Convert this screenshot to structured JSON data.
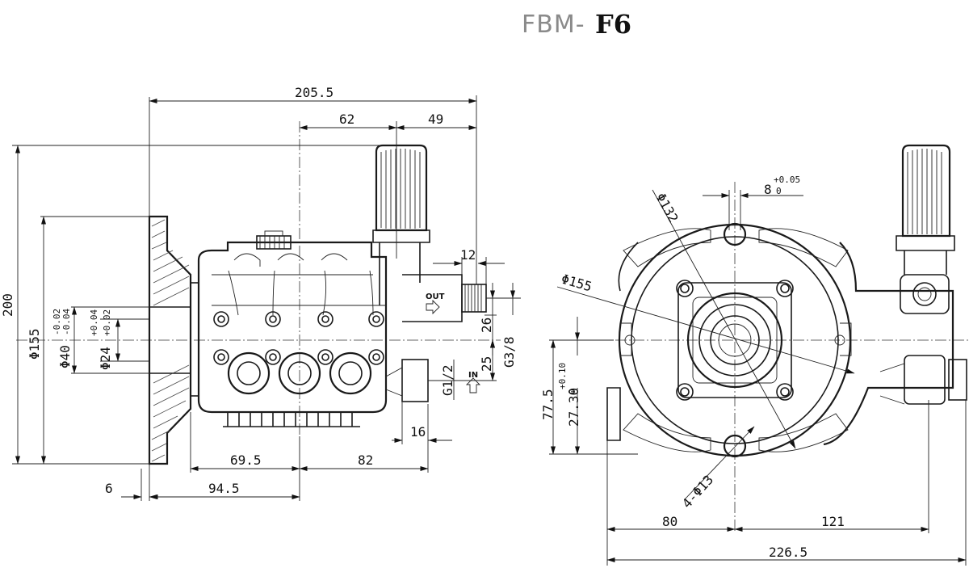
{
  "title": {
    "prefix": "FBM-",
    "model": "F6"
  },
  "ports": {
    "out": "OUT",
    "in": "IN"
  },
  "dims": {
    "overall_length": "205.5",
    "d62": "62",
    "d49": "49",
    "height": "200",
    "flange_dia": "Φ155",
    "pilot": "Φ40",
    "pilot_tol_upper": "-0.02",
    "pilot_tol_lower": "-0.04",
    "shaft": "Φ24",
    "shaft_tol_upper": "+0.04",
    "shaft_tol_lower": "+0.02",
    "d12": "12",
    "d26": "26",
    "d25": "25",
    "out_thread": "G3/8",
    "in_thread": "G1/2",
    "d16": "16",
    "d69_5": "69.5",
    "d82": "82",
    "d6": "6",
    "d94_5": "94.5",
    "bolt_circle": "Φ132",
    "body_dia": "Φ155",
    "key": "8",
    "key_tol_upper": "+0.05",
    "key_tol_lower": "0",
    "d77_5": "77.5",
    "key_height": "27.30",
    "key_height_tol_upper": "+0.10",
    "key_height_tol_lower": "0",
    "holes": "4-Φ13",
    "d80": "80",
    "d121": "121",
    "width": "226.5"
  },
  "colors": {
    "line": "#1a1a1a",
    "title_gray": "#8a8a8a",
    "background": "#ffffff"
  }
}
